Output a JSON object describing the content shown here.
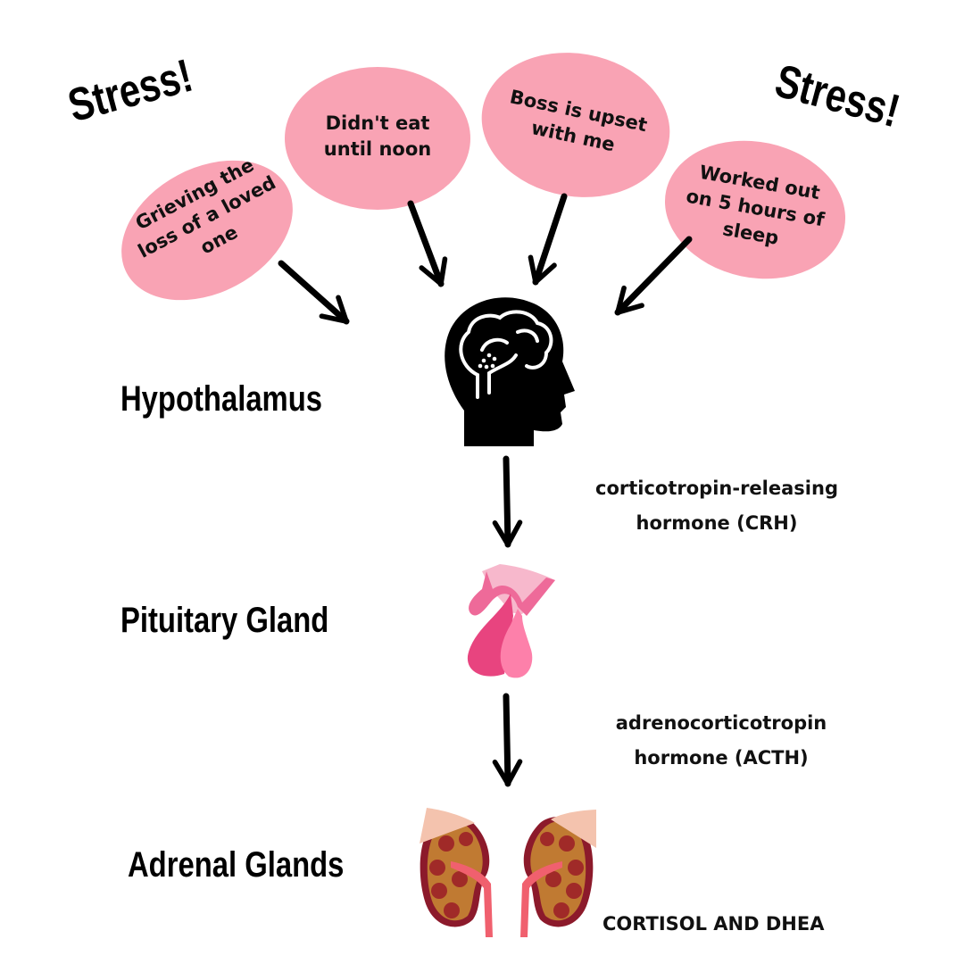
{
  "stress_labels": [
    "Stress!",
    "Stress!"
  ],
  "stressors": [
    {
      "text": "Grieving the loss of a loved one"
    },
    {
      "text": "Didn't eat until noon"
    },
    {
      "text": "Boss is upset with me"
    },
    {
      "text": "Worked out on 5 hours of sleep"
    }
  ],
  "stages": [
    {
      "label": "Hypothalamus",
      "icon": "head-brain-icon"
    },
    {
      "label": "Pituitary Gland",
      "icon": "pituitary-gland-icon"
    },
    {
      "label": "Adrenal Glands",
      "icon": "kidneys-adrenal-icon"
    }
  ],
  "hormones": [
    {
      "text": "corticotropin-releasing\nhormone (CRH)"
    },
    {
      "text": "adrenocorticotropin\nhormone (ACTH)"
    }
  ],
  "output": "CORTISOL AND DHEA",
  "colors": {
    "bubble": "#f9a3b4",
    "text": "#000000"
  }
}
